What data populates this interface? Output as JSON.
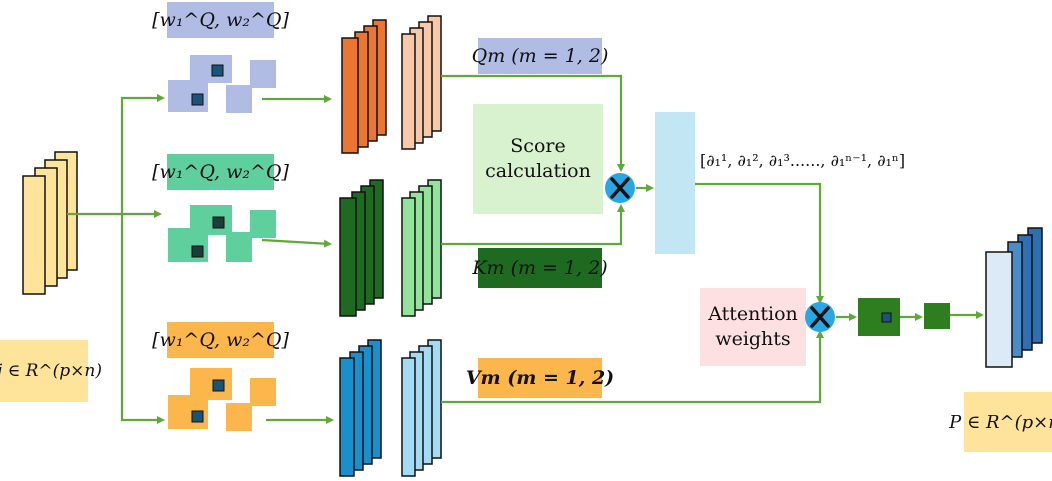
{
  "labels": {
    "weights_top": "[w₁^Q, w₂^Q]",
    "weights_mid": "[w₁^Q, w₂^Q]",
    "weights_bot": "[w₁^Q, w₂^Q]",
    "q_label": "Qm (m = 1, 2)",
    "k_label": "Km (m = 1, 2)",
    "v_label": "Vm (m = 1, 2)",
    "score_calc": "Score calculation",
    "attention_weights": "Attention weights",
    "coefficients": "[∂₁¹, ∂₁², ∂₁³......, ∂₁ⁿ⁻¹, ∂₁ⁿ]",
    "input_label": "uj ∈ R^(p×n)",
    "output_label": "P ∈ R^(p×n)",
    "multiply_symbol": "X"
  },
  "colors": {
    "arrow": "#5fa83a",
    "input_stack": "#fde49a",
    "q_weight": "#b0bce3",
    "k_weight": "#5fcf9d",
    "v_weight": "#fbb64c",
    "q_dark": "#ea7632",
    "q_light": "#f7c9a9",
    "k_dark": "#1e6a21",
    "k_light": "#92e49b",
    "v_dark": "#1990cc",
    "v_light": "#a3dbf4",
    "score_box": "#d8f2cf",
    "attn_box": "#fde0e2",
    "vector_bar": "#c3e6f4",
    "multiply_circle": "#2aa6e2",
    "green_square": "#2e7d1e",
    "output_dark": "#2d6fb2",
    "output_light": "#dce9f6"
  },
  "icons": [
    "multiply-icon",
    "arrow-icon"
  ]
}
